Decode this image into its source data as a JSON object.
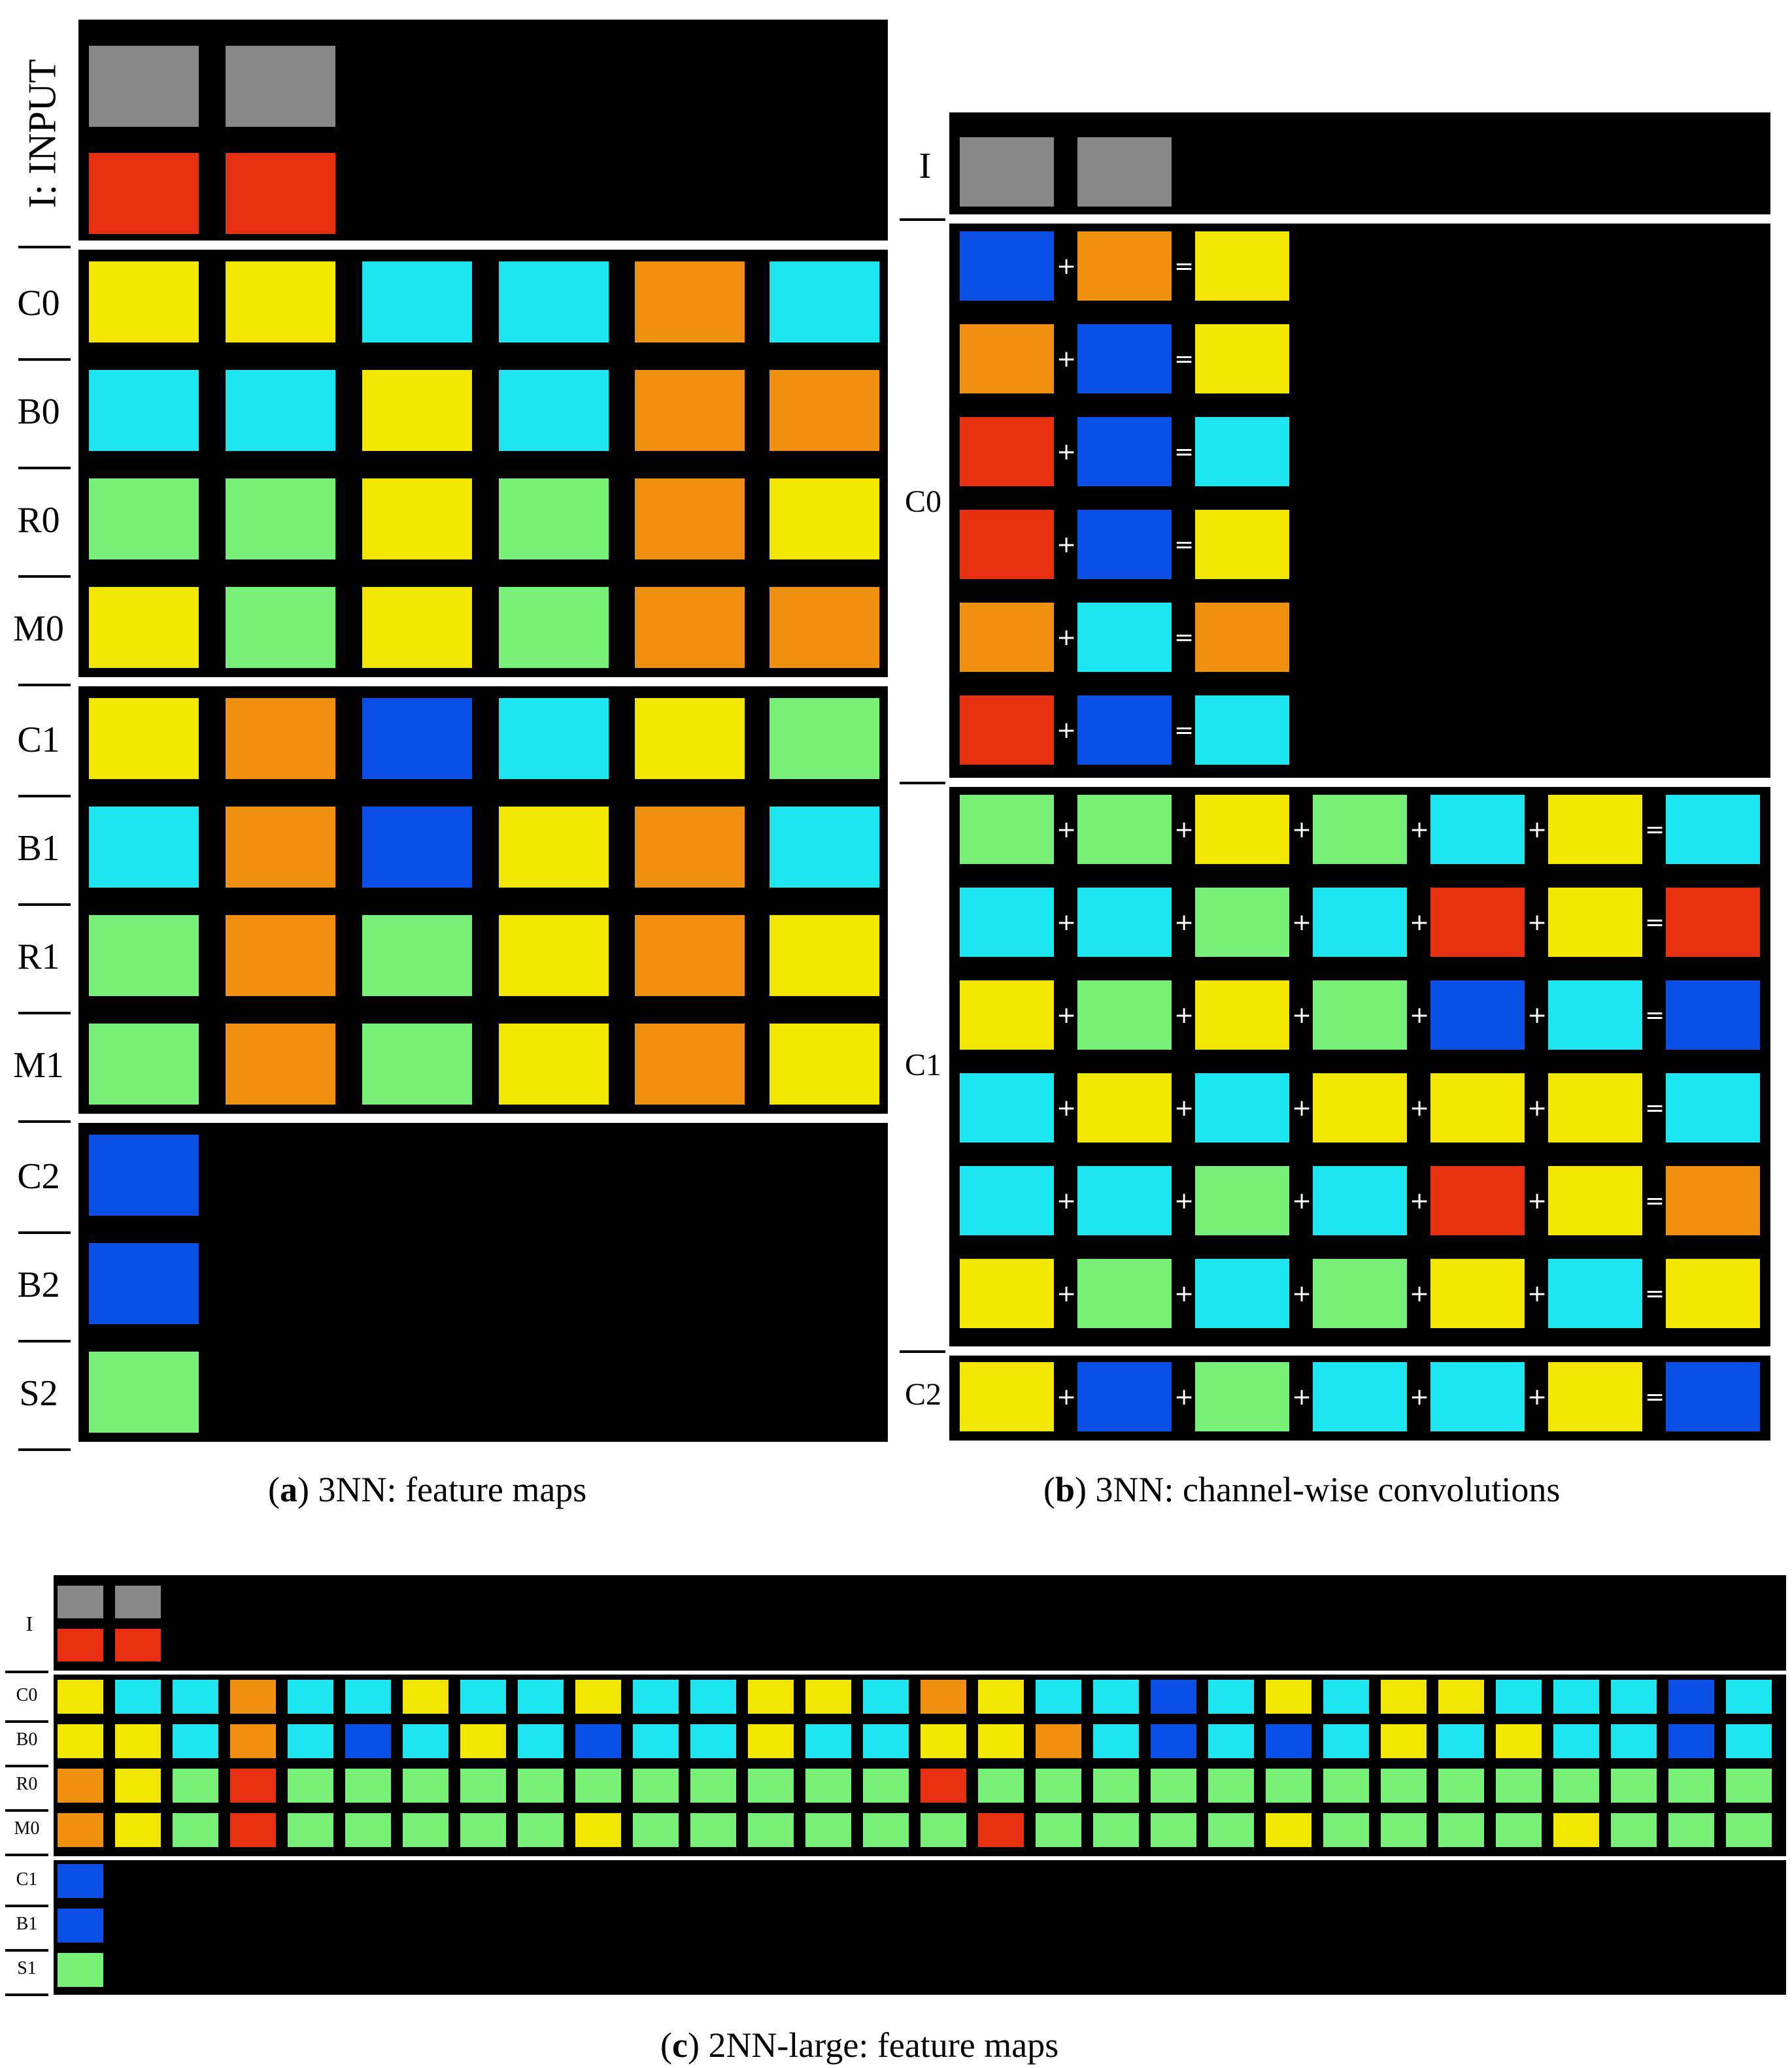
{
  "panel_a": {
    "caption_letter": "a",
    "caption_text": "3NN: feature maps",
    "input_label": "I: INPUT",
    "rows": [
      "C0",
      "B0",
      "R0",
      "M0",
      "C1",
      "B1",
      "R1",
      "M1",
      "C2",
      "B2",
      "S2"
    ]
  },
  "panel_b": {
    "caption_letter": "b",
    "caption_text": "3NN: channel-wise convolutions",
    "input_label": "I",
    "groups": [
      "C0",
      "C1",
      "C2"
    ],
    "plus": "+",
    "equals": "="
  },
  "panel_c": {
    "caption_letter": "c",
    "caption_text": "2NN-large: feature maps",
    "input_label": "I",
    "rows": [
      "C0",
      "B0",
      "R0",
      "M0",
      "C1",
      "B1",
      "S1"
    ]
  },
  "colors": {
    "yellow": "#f2e600",
    "cyan": "#1ee6f0",
    "green": "#78f078",
    "orange": "#f09010",
    "red": "#e83010",
    "blue": "#0a50e6",
    "gray": "#888888"
  }
}
